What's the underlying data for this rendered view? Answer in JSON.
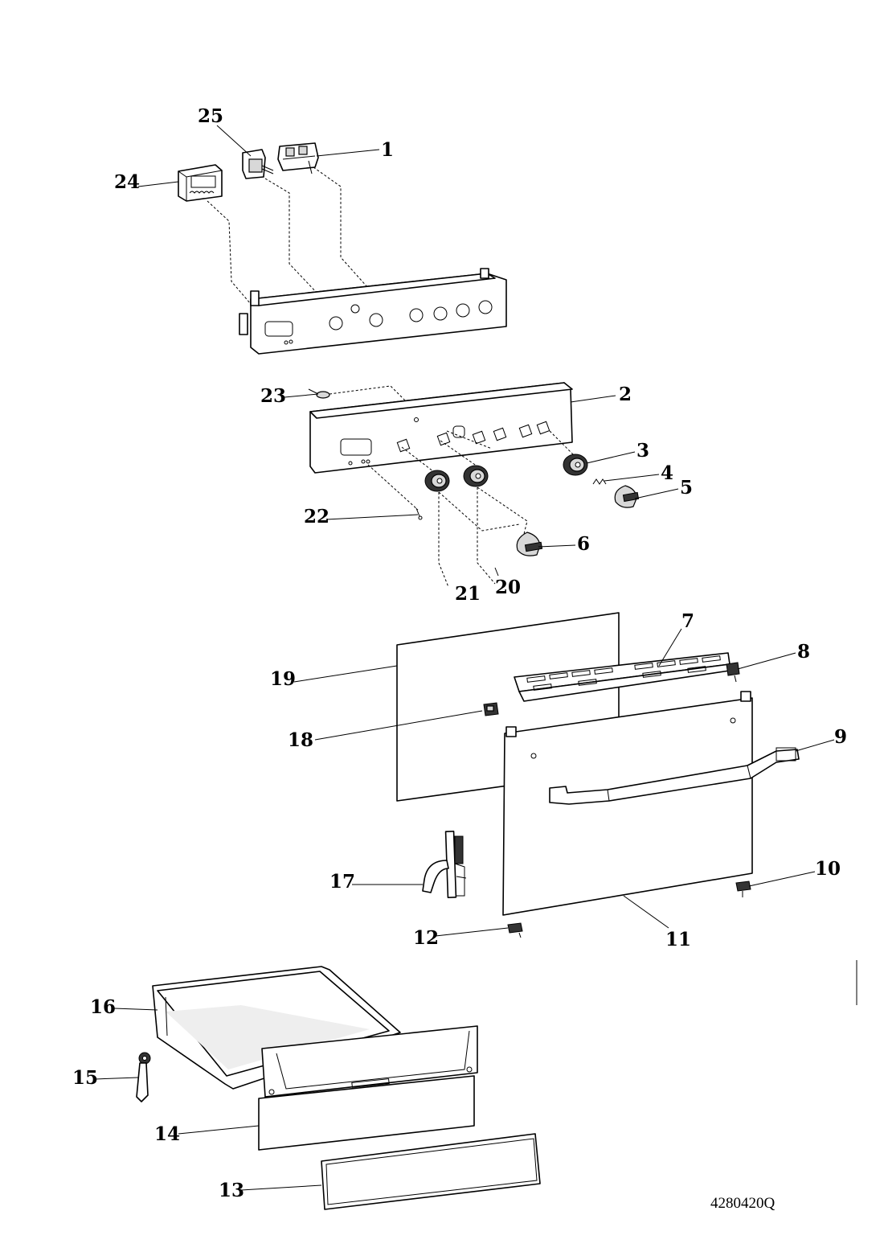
{
  "diagram": {
    "document_code": "4280420Q",
    "callouts": [
      {
        "id": "1",
        "text": "1"
      },
      {
        "id": "2",
        "text": "2"
      },
      {
        "id": "3",
        "text": "3"
      },
      {
        "id": "4",
        "text": "4"
      },
      {
        "id": "5",
        "text": "5"
      },
      {
        "id": "6",
        "text": "6"
      },
      {
        "id": "7",
        "text": "7"
      },
      {
        "id": "8",
        "text": "8"
      },
      {
        "id": "9",
        "text": "9"
      },
      {
        "id": "10",
        "text": "10"
      },
      {
        "id": "11",
        "text": "11"
      },
      {
        "id": "12",
        "text": "12"
      },
      {
        "id": "13",
        "text": "13"
      },
      {
        "id": "14",
        "text": "14"
      },
      {
        "id": "15",
        "text": "15"
      },
      {
        "id": "16",
        "text": "16"
      },
      {
        "id": "17",
        "text": "17"
      },
      {
        "id": "18",
        "text": "18"
      },
      {
        "id": "19",
        "text": "19"
      },
      {
        "id": "20",
        "text": "20"
      },
      {
        "id": "21",
        "text": "21"
      },
      {
        "id": "22",
        "text": "22"
      },
      {
        "id": "23",
        "text": "23"
      },
      {
        "id": "24",
        "text": "24"
      },
      {
        "id": "25",
        "text": "25"
      }
    ]
  }
}
